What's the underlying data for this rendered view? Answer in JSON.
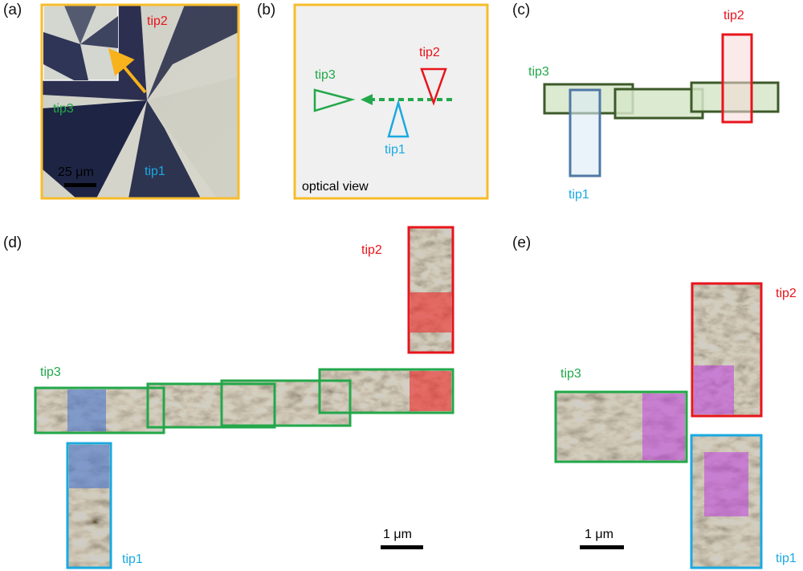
{
  "colors": {
    "tip1": "#1aa9e1",
    "tip2": "#e8141c",
    "tip3": "#22a84a",
    "frame": "#f7bc2a",
    "dark_green": "#3d5a2a"
  },
  "panel_a": {
    "label": "(a)",
    "tip1": "tip1",
    "tip2": "tip2",
    "tip3": "tip3",
    "scale": "25 μm"
  },
  "panel_b": {
    "label": "(b)",
    "tip1": "tip1",
    "tip2": "tip2",
    "tip3": "tip3",
    "caption": "optical view"
  },
  "panel_c": {
    "label": "(c)",
    "tip1": "tip1",
    "tip2": "tip2",
    "tip3": "tip3"
  },
  "panel_d": {
    "label": "(d)",
    "tip1": "tip1",
    "tip2": "tip2",
    "tip3": "tip3",
    "scale": "1 μm"
  },
  "panel_e": {
    "label": "(e)",
    "tip1": "tip1",
    "tip2": "tip2",
    "tip3": "tip3",
    "scale": "1 μm"
  }
}
